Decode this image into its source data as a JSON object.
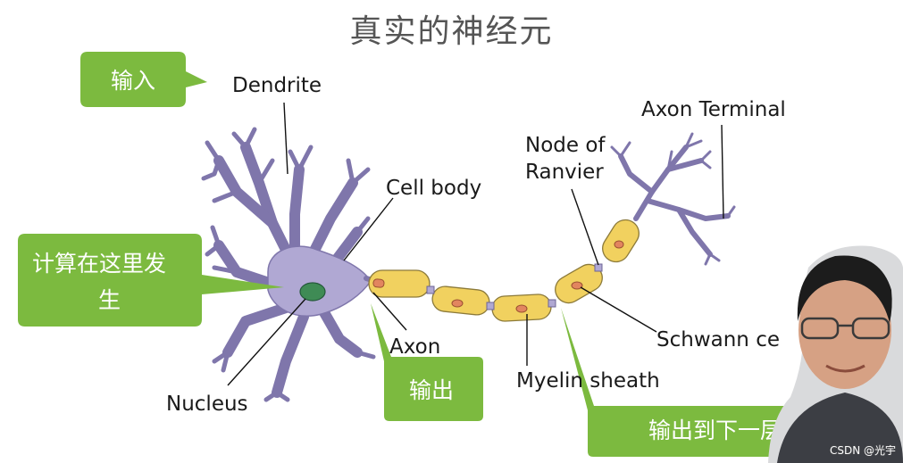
{
  "title": "真实的神经元",
  "labels": {
    "dendrite": "Dendrite",
    "cell_body": "Cell body",
    "nucleus": "Nucleus",
    "axon": "Axon",
    "node_of_ranvier_1": "Node of",
    "node_of_ranvier_2": "Ranvier",
    "axon_terminal": "Axon Terminal",
    "schwann_cell": "Schwann ce",
    "myelin_sheath": "Myelin sheath"
  },
  "callouts": {
    "input": "输入",
    "compute_line1": "计算在这里发",
    "compute_line2": "生",
    "output": "输出",
    "output_next": "输出到下一层"
  },
  "watermark": "CSDN @光宇",
  "colors": {
    "callout_green": "#7cba3f",
    "neuron_purple": "#b0a8d3",
    "myelin_yellow": "#f1d15f",
    "nucleus_green": "#3f8b55",
    "schwann_nucleus": "#e2855f"
  }
}
